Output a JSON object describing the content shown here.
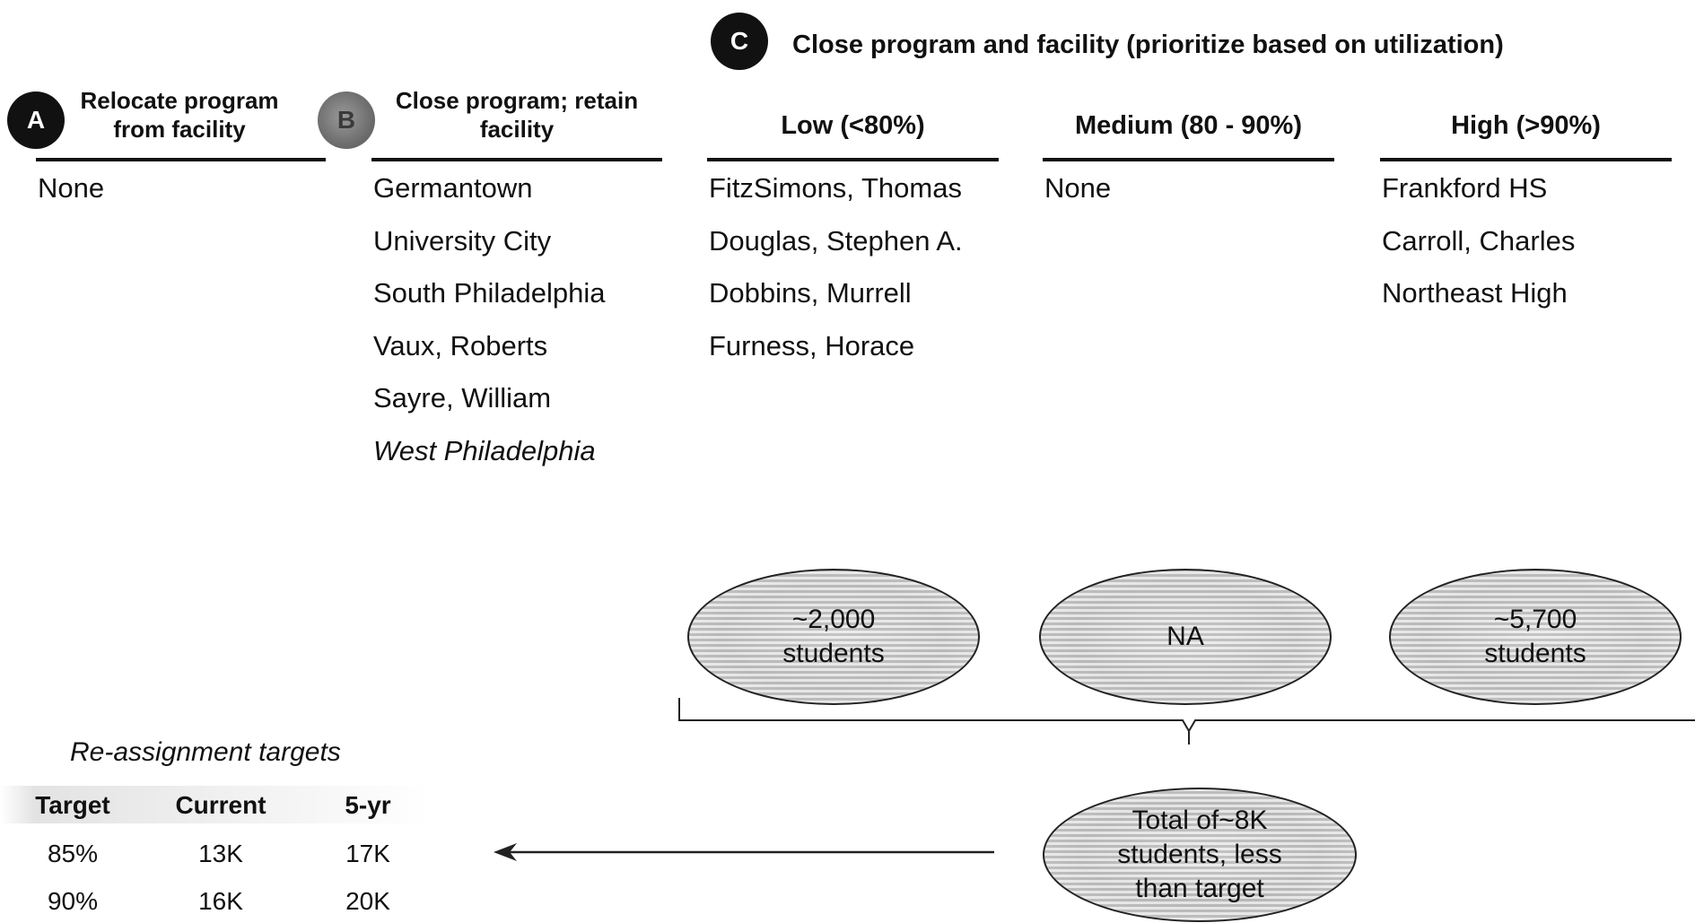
{
  "options": {
    "a": {
      "badge": "A",
      "title_line1": "Relocate program",
      "title_line2": "from facility",
      "items": [
        "None"
      ]
    },
    "b": {
      "badge": "B",
      "title_line1": "Close program; retain",
      "title_line2": "facility",
      "items": [
        "Germantown",
        "University City",
        "South Philadelphia",
        "Vaux, Roberts",
        "Sayre, William"
      ],
      "italic_item": "West Philadelphia"
    },
    "c": {
      "badge": "C",
      "title": "Close program and facility (prioritize based on utilization)",
      "groups": [
        {
          "heading": "Low (<80%)",
          "items": [
            "FitzSimons, Thomas",
            "Douglas, Stephen A.",
            "Dobbins, Murrell",
            "Furness, Horace"
          ],
          "bubble_line1": "~2,000",
          "bubble_line2": "students"
        },
        {
          "heading": "Medium (80 - 90%)",
          "items": [
            "None"
          ],
          "bubble_line1": "NA",
          "bubble_line2": ""
        },
        {
          "heading": "High (>90%)",
          "items": [
            "Frankford HS",
            "Carroll, Charles",
            "Northeast High"
          ],
          "bubble_line1": "~5,700",
          "bubble_line2": "students"
        }
      ]
    }
  },
  "total_bubble": {
    "line1": "Total of~8K",
    "line2": "students, less",
    "line3": "than target"
  },
  "reassignment": {
    "title": "Re-assignment targets",
    "headers": [
      "Target",
      "Current",
      "5-yr"
    ],
    "rows": [
      [
        "85%",
        "13K",
        "17K"
      ],
      [
        "90%",
        "16K",
        "20K"
      ]
    ]
  }
}
